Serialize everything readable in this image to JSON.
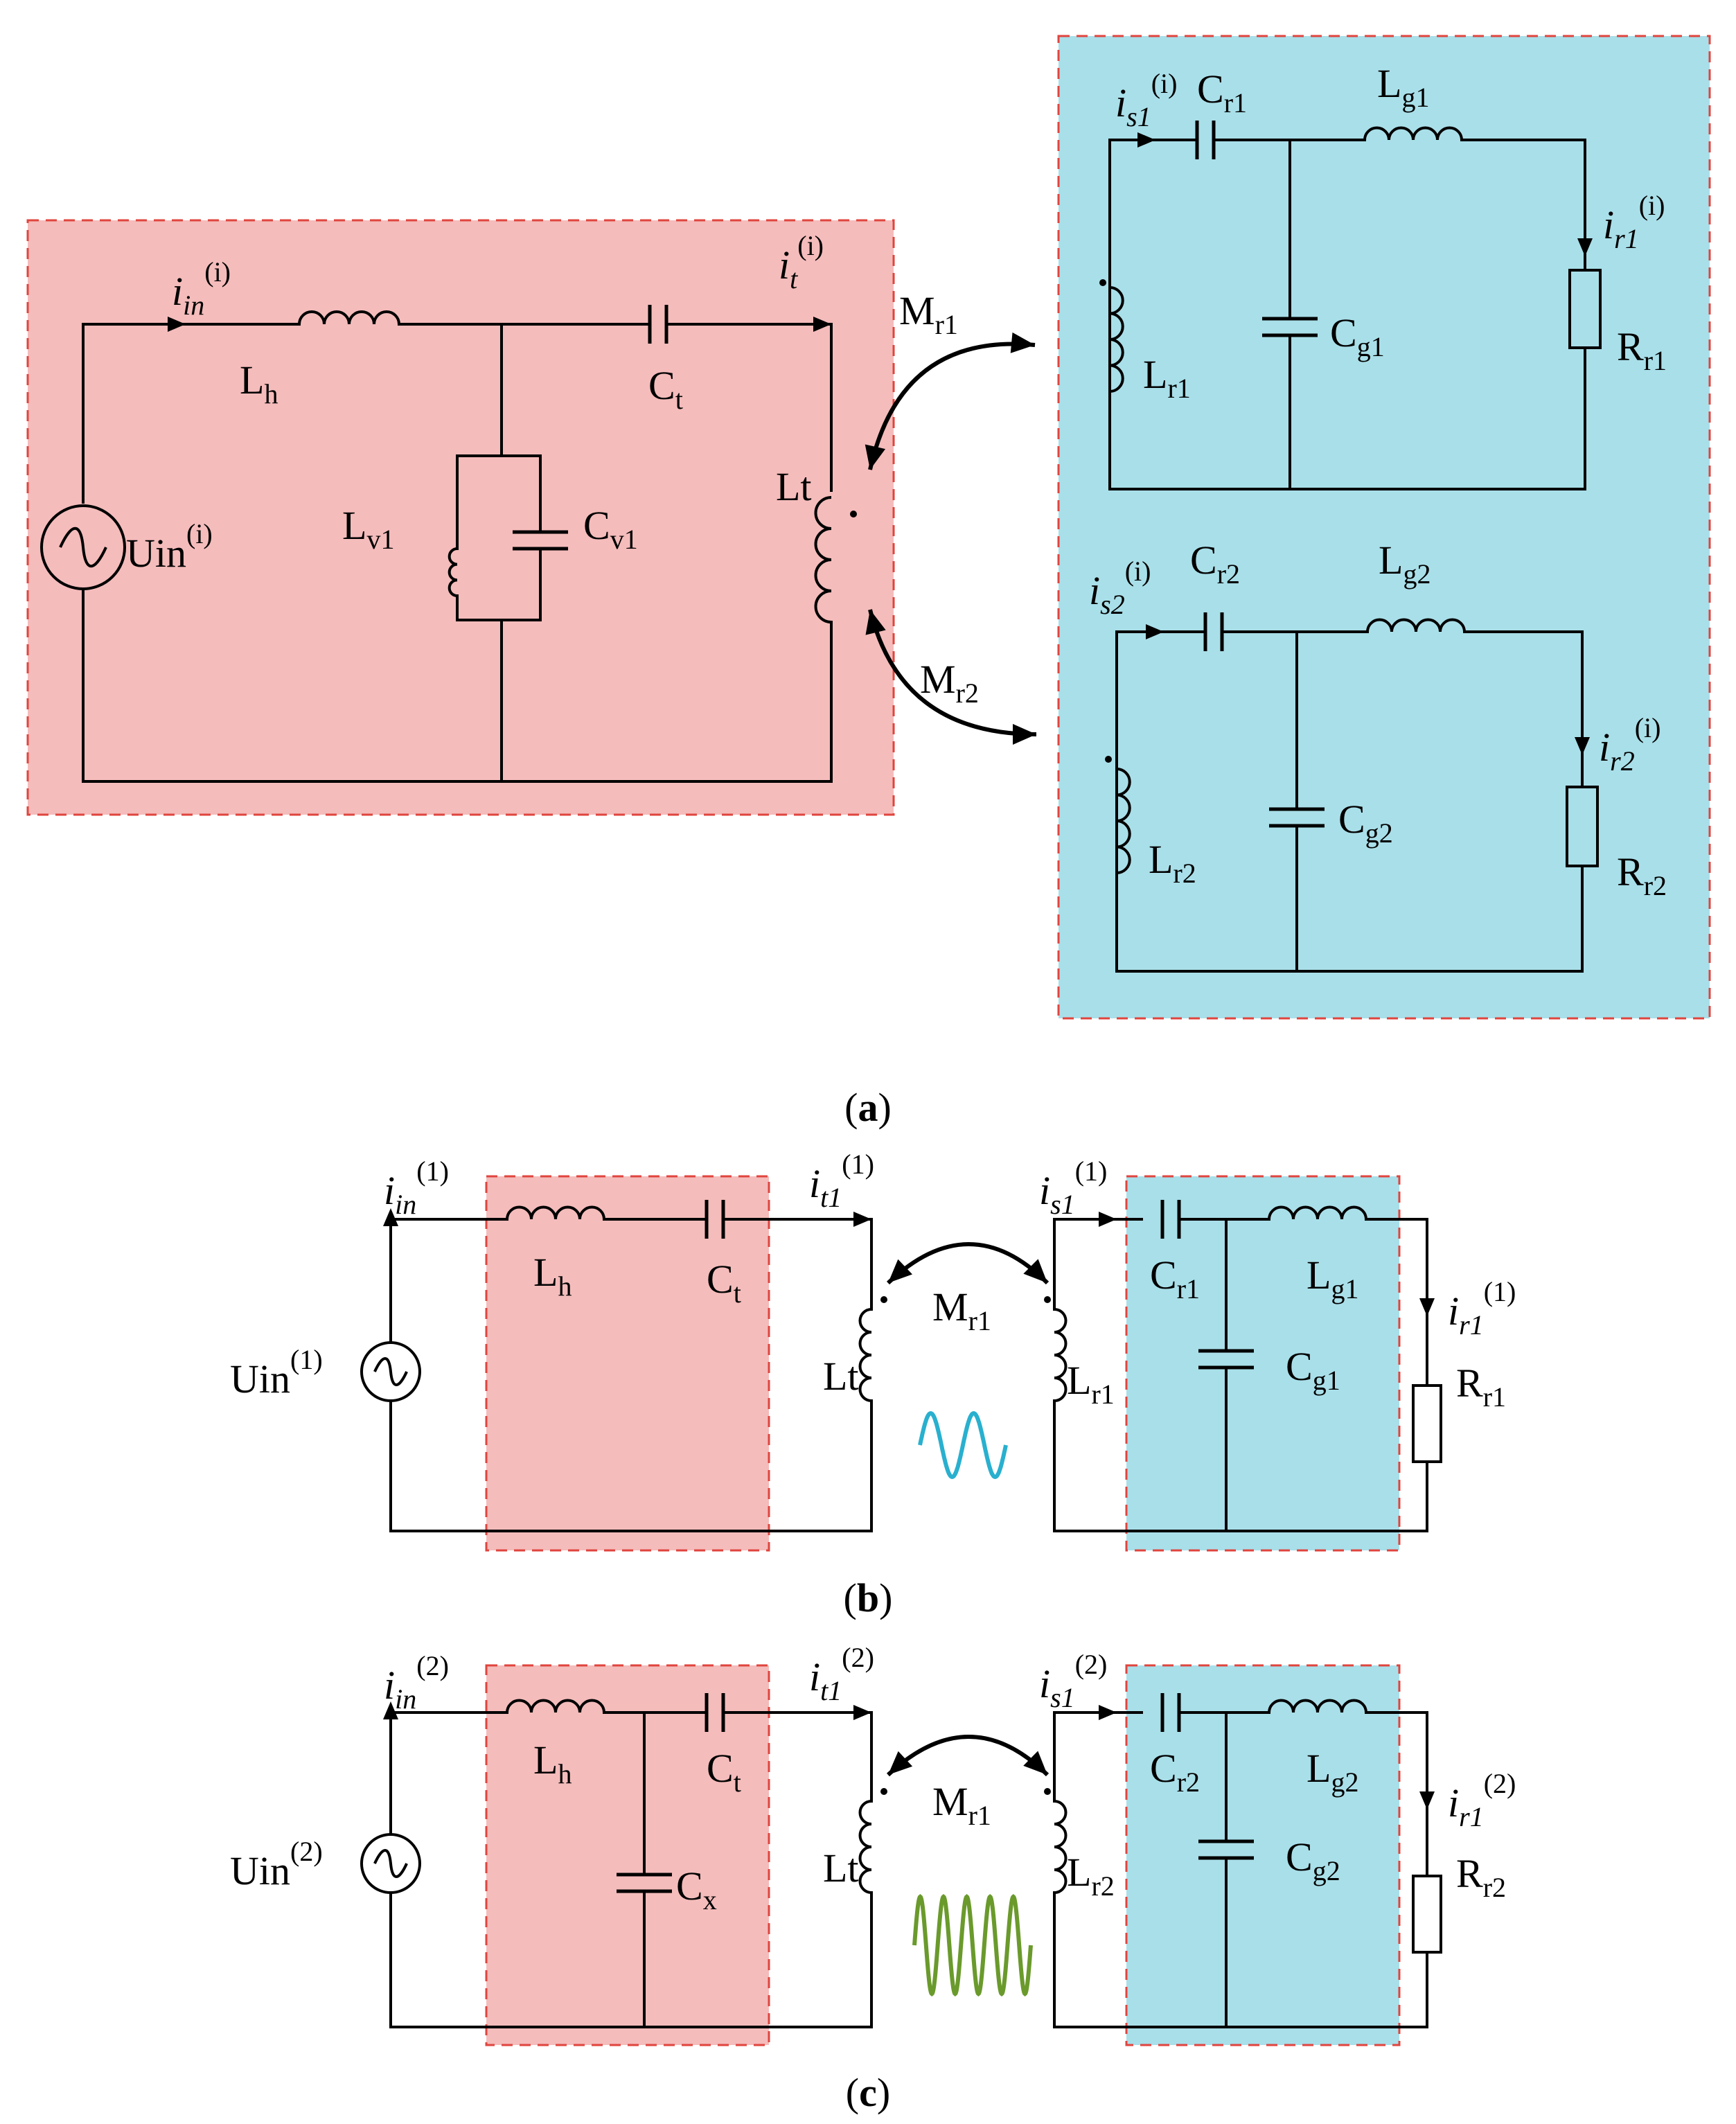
{
  "colors": {
    "primary_region": "#f4bcbb",
    "secondary_region": "#a9dfe9",
    "region_border": "#e0443e",
    "wave_b": "#29b0cf",
    "wave_c": "#6a9a2c"
  },
  "panel_a": {
    "caption_open": "(",
    "caption_letter": "a",
    "caption_close": ")",
    "source": {
      "base": "Uin",
      "sup": "(i)"
    },
    "i_in": {
      "base": "i",
      "sub": "in",
      "sup": "(i)"
    },
    "i_t": {
      "base": "i",
      "sub": "t",
      "sup": "(i)"
    },
    "Lh": {
      "base": "L",
      "sub": "h"
    },
    "Ct": {
      "base": "C",
      "sub": "t"
    },
    "Lv1": {
      "base": "L",
      "sub": "v1"
    },
    "Cv1": {
      "base": "C",
      "sub": "v1"
    },
    "Lt": "Lt",
    "Mr1": {
      "base": "M",
      "sub": "r1"
    },
    "Mr2": {
      "base": "M",
      "sub": "r2"
    },
    "rx1": {
      "i_s": {
        "base": "i",
        "sub": "s1",
        "sup": "(i)"
      },
      "Cr": {
        "base": "C",
        "sub": "r1"
      },
      "Lg": {
        "base": "L",
        "sub": "g1"
      },
      "i_r": {
        "base": "i",
        "sub": "r1",
        "sup": "(i)"
      },
      "Lr": {
        "base": "L",
        "sub": "r1"
      },
      "Cg": {
        "base": "C",
        "sub": "g1"
      },
      "Rr": {
        "base": "R",
        "sub": "r1"
      }
    },
    "rx2": {
      "i_s": {
        "base": "i",
        "sub": "s2",
        "sup": "(i)"
      },
      "Cr": {
        "base": "C",
        "sub": "r2"
      },
      "Lg": {
        "base": "L",
        "sub": "g2"
      },
      "i_r": {
        "base": "i",
        "sub": "r2",
        "sup": "(i)"
      },
      "Lr": {
        "base": "L",
        "sub": "r2"
      },
      "Cg": {
        "base": "C",
        "sub": "g2"
      },
      "Rr": {
        "base": "R",
        "sub": "r2"
      }
    }
  },
  "panel_b": {
    "caption_open": "(",
    "caption_letter": "b",
    "caption_close": ")",
    "source": {
      "base": "Uin",
      "sup": "(1)"
    },
    "i_in": {
      "base": "i",
      "sub": "in",
      "sup": "(1)"
    },
    "i_t": {
      "base": "i",
      "sub": "t1",
      "sup": "(1)"
    },
    "Lh": {
      "base": "L",
      "sub": "h"
    },
    "Ct": {
      "base": "C",
      "sub": "t"
    },
    "Lt": "Lt",
    "M": {
      "base": "M",
      "sub": "r1"
    },
    "i_s": {
      "base": "i",
      "sub": "s1",
      "sup": "(1)"
    },
    "Lr": {
      "base": "L",
      "sub": "r1"
    },
    "Cr": {
      "base": "C",
      "sub": "r1"
    },
    "Lg": {
      "base": "L",
      "sub": "g1"
    },
    "Cg": {
      "base": "C",
      "sub": "g1"
    },
    "i_r": {
      "base": "i",
      "sub": "r1",
      "sup": "(1)"
    },
    "Rr": {
      "base": "R",
      "sub": "r1"
    }
  },
  "panel_c": {
    "caption_open": "(",
    "caption_letter": "c",
    "caption_close": ")",
    "source": {
      "base": "Uin",
      "sup": "(2)"
    },
    "i_in": {
      "base": "i",
      "sub": "in",
      "sup": "(2)"
    },
    "i_t": {
      "base": "i",
      "sub": "t1",
      "sup": "(2)"
    },
    "Lh": {
      "base": "L",
      "sub": "h"
    },
    "Ct": {
      "base": "C",
      "sub": "t"
    },
    "Cx": {
      "base": "C",
      "sub": "x"
    },
    "Lt": "Lt",
    "M": {
      "base": "M",
      "sub": "r1"
    },
    "i_s": {
      "base": "i",
      "sub": "s1",
      "sup": "(2)"
    },
    "Lr": {
      "base": "L",
      "sub": "r2"
    },
    "Cr": {
      "base": "C",
      "sub": "r2"
    },
    "Lg": {
      "base": "L",
      "sub": "g2"
    },
    "Cg": {
      "base": "C",
      "sub": "g2"
    },
    "i_r": {
      "base": "i",
      "sub": "r1",
      "sup": "(2)"
    },
    "Rr": {
      "base": "R",
      "sub": "r2"
    }
  }
}
